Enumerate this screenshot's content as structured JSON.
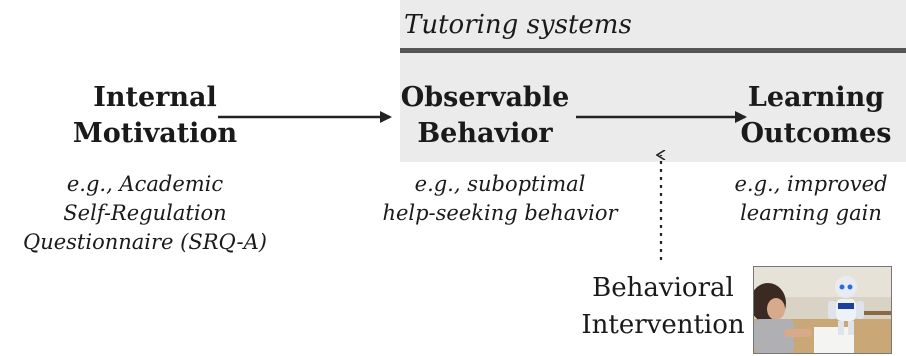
{
  "panel": {
    "title": "Tutoring systems"
  },
  "nodes": {
    "internal": {
      "line1": "Internal",
      "line2": "Motivation"
    },
    "observable": {
      "line1": "Observable",
      "line2": "Behavior"
    },
    "learning": {
      "line1": "Learning",
      "line2": "Outcomes"
    }
  },
  "examples": {
    "internal": {
      "line1": "e.g., Academic",
      "line2": "Self-Regulation",
      "line3": "Questionnaire (SRQ-A)"
    },
    "observable": {
      "line1": "e.g., suboptimal",
      "line2": "help-seeking behavior"
    },
    "learning": {
      "line1": "e.g., improved",
      "line2": "learning gain"
    }
  },
  "intervention": {
    "line1": "Behavioral",
    "line2": "Intervention"
  },
  "colors": {
    "panel_bg": "#ebebeb",
    "panel_rule": "#555555",
    "text": "#1a1a1a",
    "arrow": "#222222"
  }
}
